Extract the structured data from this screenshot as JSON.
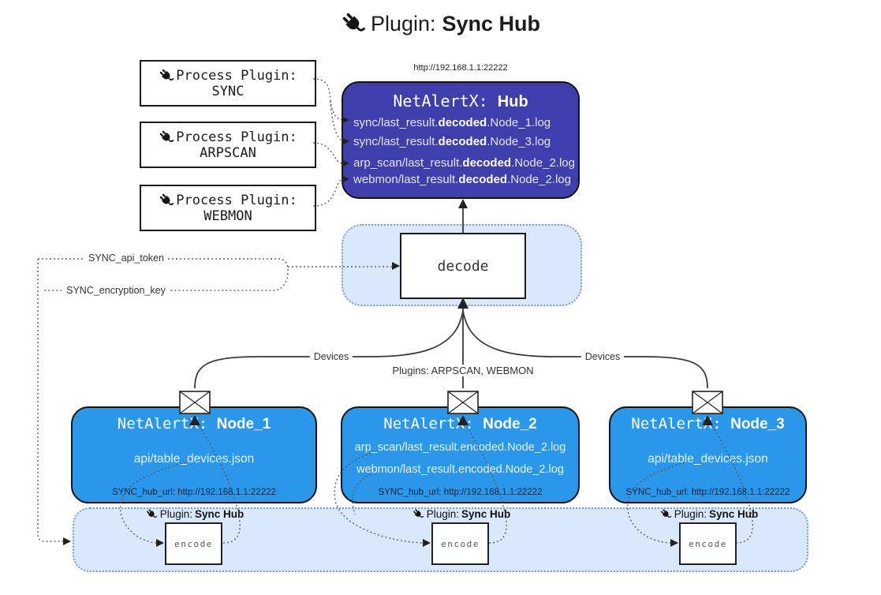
{
  "title": {
    "icon": "plug-icon",
    "prefix": "Plugin:",
    "name": "Sync Hub"
  },
  "hub": {
    "url": "http://192.168.1.1:22222",
    "prefix": "NetAlertX:",
    "name": "Hub",
    "logs": [
      {
        "pre": "sync/last_result.",
        "mid": "decoded",
        "post": ".Node_1.log"
      },
      {
        "pre": "sync/last_result.",
        "mid": "decoded",
        "post": ".Node_3.log"
      },
      {
        "pre": "arp_scan/last_result.",
        "mid": "decoded",
        "post": ".Node_2.log"
      },
      {
        "pre": "webmon/last_result.",
        "mid": "decoded",
        "post": ".Node_2.log"
      }
    ]
  },
  "process_plugins": [
    {
      "label": "Process Plugin:",
      "name": "SYNC"
    },
    {
      "label": "Process Plugin:",
      "name": "ARPSCAN"
    },
    {
      "label": "Process Plugin:",
      "name": "WEBMON"
    }
  ],
  "decode": {
    "label": "decode"
  },
  "secrets": {
    "api_token": "SYNC_api_token",
    "encryption_key": "SYNC_encryption_key"
  },
  "edges": {
    "devices_left": "Devices",
    "devices_right": "Devices",
    "plugins_center": "Plugins: ARPSCAN, WEBMON"
  },
  "nodes": [
    {
      "prefix": "NetAlertX:",
      "name": "Node_1",
      "lines": [
        "api/table_devices.json"
      ],
      "hub_url": "SYNC_hub_url: http://192.168.1.1:22222"
    },
    {
      "prefix": "NetAlertX:",
      "name": "Node_2",
      "lines": [
        "arp_scan/last_result.encoded.Node_2.log",
        "webmon/last_result.encoded.Node_2.log"
      ],
      "hub_url": "SYNC_hub_url: http://192.168.1.1:22222"
    },
    {
      "prefix": "NetAlertX:",
      "name": "Node_3",
      "lines": [
        "api/table_devices.json"
      ],
      "hub_url": "SYNC_hub_url: http://192.168.1.1:22222"
    }
  ],
  "encoders": [
    {
      "prefix": "Plugin:",
      "name": "Sync Hub",
      "box_label": "encode"
    },
    {
      "prefix": "Plugin:",
      "name": "Sync Hub",
      "box_label": "encode"
    },
    {
      "prefix": "Plugin:",
      "name": "Sync Hub",
      "box_label": "encode"
    }
  ],
  "colors": {
    "hub": "#3e3ead",
    "node": "#2b97ea",
    "container": "#d9e9fb",
    "container_border": "#7d9ec0"
  }
}
